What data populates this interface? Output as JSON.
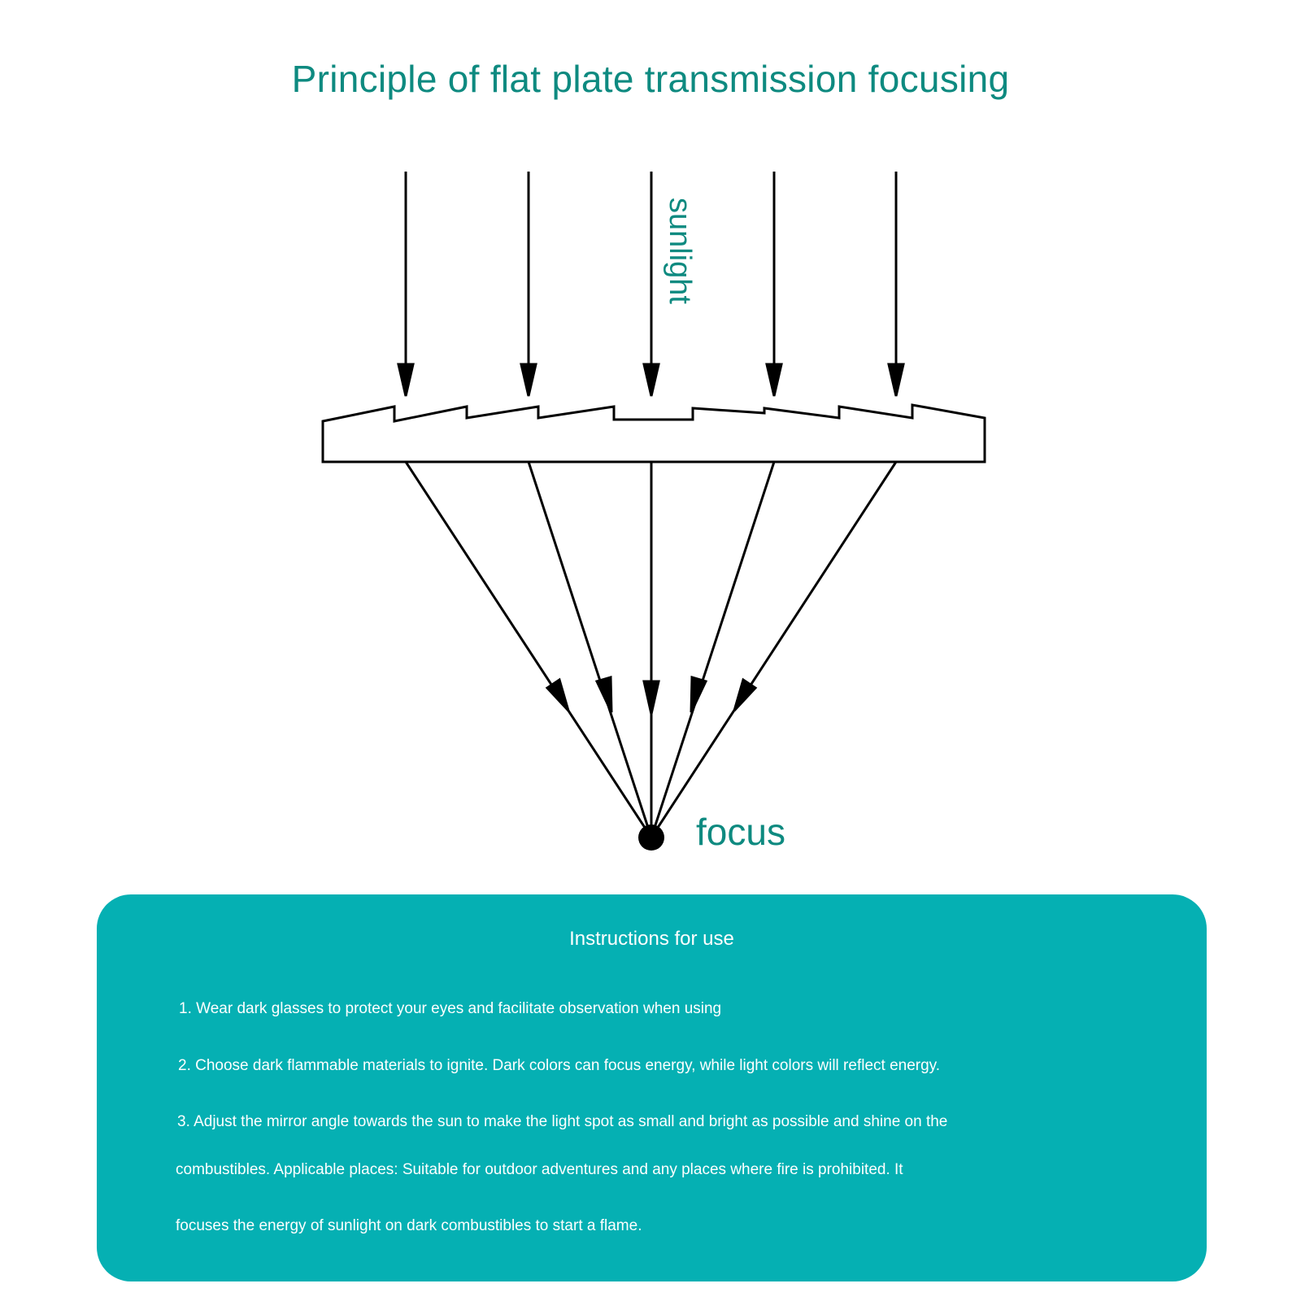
{
  "title": "Principle of flat plate transmission focusing",
  "diagram": {
    "sunlight_label": "sunlight",
    "focus_label": "focus",
    "ray_count": 5
  },
  "instructions": {
    "heading": "Instructions for use",
    "lines": [
      "1. Wear dark glasses to protect your eyes and facilitate observation when using",
      "2. Choose dark flammable materials to ignite. Dark colors can focus energy, while light colors will reflect energy.",
      "3. Adjust the mirror angle towards the sun to make the light spot as small and bright as possible and shine on the",
      "combustibles. Applicable places: Suitable for outdoor adventures and any places where fire is prohibited. It",
      "focuses the energy of sunlight on dark combustibles to start a flame."
    ]
  },
  "colors": {
    "accent": "#0e8a80",
    "panel": "#05b0b3",
    "text_on_panel": "#ffffff"
  }
}
